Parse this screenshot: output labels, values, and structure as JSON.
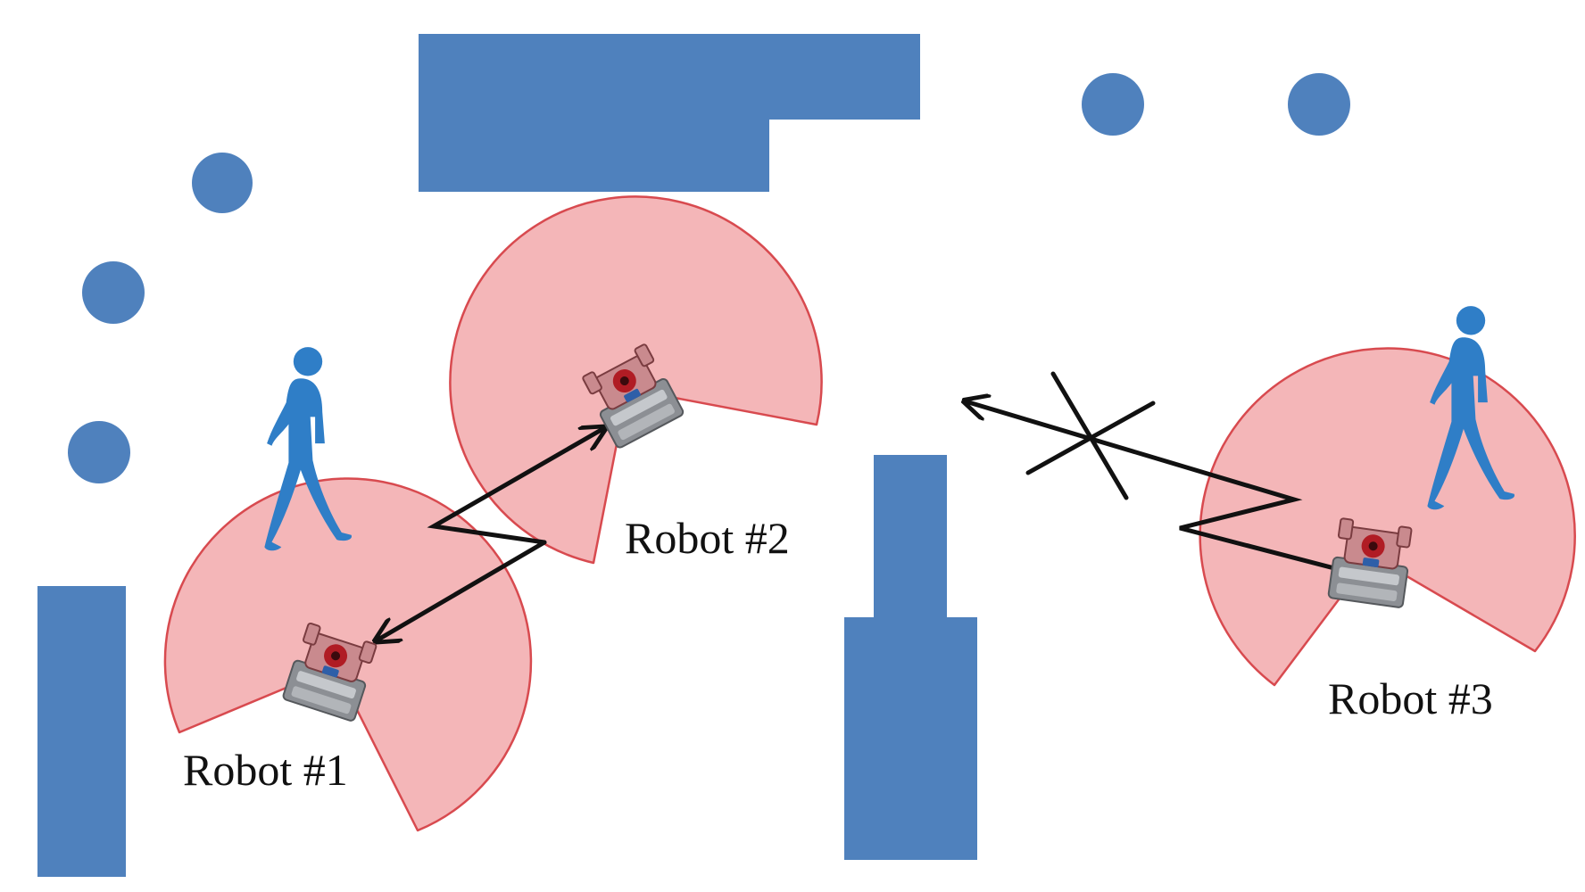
{
  "labels": {
    "robot1": "Robot #1",
    "robot2": "Robot #2",
    "robot3": "Robot #3"
  },
  "colors": {
    "obstacle": "#4f81bd",
    "sensor_fill": "#f4b6b8",
    "sensor_stroke": "#d84a4f",
    "person": "#2f7ec7",
    "link": "#111111",
    "robot_body": "#8c8f94",
    "robot_top": "#c98a8e",
    "robot_core": "#b01c24",
    "robot_detail": "#2e5fa8"
  },
  "icons": {
    "robot": "robot-icon",
    "person": "walking-person-icon",
    "blocked_link": "blocked-link-cross-icon"
  }
}
